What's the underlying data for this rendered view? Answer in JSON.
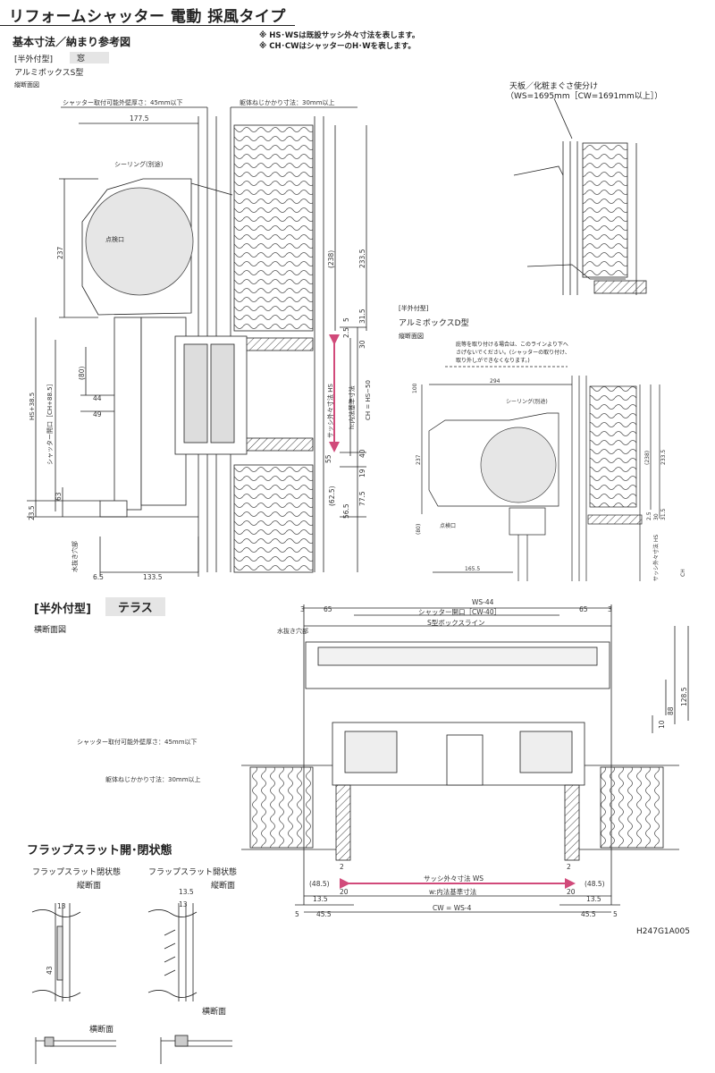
{
  "title": "リフォームシャッター 電動 採風タイプ",
  "section1": {
    "heading": "基本寸法／納まり参考図",
    "note1": "※ HS･WSは既設サッシ外々寸法を表します。",
    "note2": "※ CH･CWはシャッターのH･Wを表します。",
    "type_label": "[半外付型]",
    "type_tag": "窓",
    "box_type": "アルミボックスS型",
    "view": "縦断面図"
  },
  "main_vertical": {
    "labels": {
      "wall_thickness": "シャッター取付可能外壁厚さ：45mm以下",
      "screw_depth": "躯体ねじかかり寸法：30mm以上",
      "sealing": "シーリング(別途)",
      "inspection": "点検口",
      "drain": "水抜き穴部",
      "opening_v": "シャッター開口［CH+88.5］",
      "sash_hs": "サッシ外々寸法 HS",
      "h_inner": "h:内法基準寸法",
      "ch": "CH = HS−50",
      "hs_plus": "HS+38.5"
    },
    "dims": [
      "177.5",
      "237",
      "(238)",
      "233.5",
      "5",
      "31.5",
      "2.5",
      "30",
      "(80)",
      "44",
      "49",
      "55",
      "19",
      "40",
      "63",
      "23.5",
      "(62.5)",
      "77.5",
      "56.5",
      "6.5",
      "133.5"
    ]
  },
  "top_right": {
    "caption1": "天板／化粧まぐさ使分け",
    "caption2": "（WS=1695mm［CW=1691mm以上］）"
  },
  "d_type": {
    "type_label": "[半外付型]",
    "box_type": "アルミボックスD型",
    "view": "縦断面図",
    "note1": "庇等を取り付ける場合は、このラインより下へ",
    "note2": "さげないでください。(シャッターの取り付け、",
    "note3": "取り外しができなくなります。)",
    "sealing": "シーリング(別途)",
    "inspection": "点検口",
    "dims": [
      "294",
      "100",
      "237",
      "(238)",
      "233.5",
      "(80)",
      "165.5",
      "2.5",
      "30",
      "31.5"
    ],
    "sash_hs": "サッシ外々寸法 HS",
    "ch": "CH"
  },
  "terrace": {
    "type_label": "[半外付型]",
    "type_tag": "テラス",
    "view": "横断面図",
    "ws44": "WS-44",
    "opening": "シャッター開口［CW-40］",
    "boxline": "S型ボックスライン",
    "drain": "水抜き穴部",
    "wall_thickness": "シャッター取付可能外壁厚さ：45mm以下",
    "screw_depth": "躯体ねじかかり寸法：30mm以上",
    "sash_ws": "サッシ外々寸法 WS",
    "w_inner": "w:内法基準寸法",
    "cw": "CW = WS-4",
    "dims": [
      "3",
      "65",
      "65",
      "3",
      "128.5",
      "88",
      "10",
      "(48.5)",
      "(48.5)",
      "13.5",
      "13.5",
      "20",
      "20",
      "2",
      "2",
      "5",
      "45.5",
      "45.5",
      "5"
    ],
    "code": "H247G1A005"
  },
  "flap": {
    "heading": "フラップスラット開･閉状態",
    "open_title": "フラップスラット閉状態",
    "open_sub": "縦断面",
    "closed_title": "フラップスラット開状態",
    "closed_sub": "縦断面",
    "dims_left": [
      "13",
      "43"
    ],
    "dims_right": [
      "13.5",
      "13"
    ],
    "cross1": "横断面",
    "cross2": "横断面"
  }
}
